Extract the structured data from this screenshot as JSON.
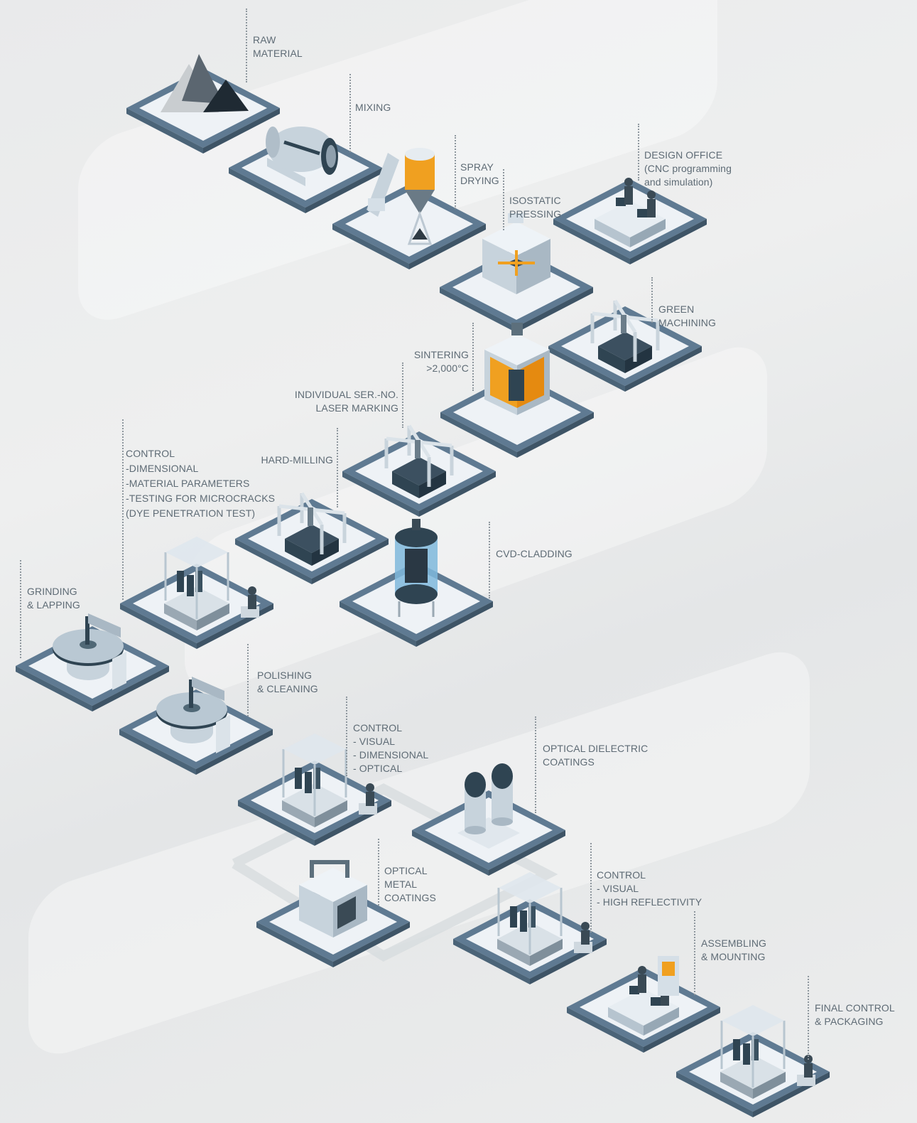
{
  "colors": {
    "tile_frame": "#5f7a92",
    "tile_face": "#eef2f6",
    "machine_light": "#d5dfe7",
    "machine_dark": "#2f4452",
    "heat": "#f0a020",
    "label": "#5e6b75"
  },
  "steps": {
    "raw_material": {
      "l1": "RAW",
      "l2": "MATERIAL"
    },
    "mixing": {
      "l1": "MIXING"
    },
    "spray_drying": {
      "l1": "SPRAY",
      "l2": "DRYING"
    },
    "isostatic_pressing": {
      "l1": "ISOSTATIC",
      "l2": "PRESSING"
    },
    "design_office": {
      "l1": "DESIGN OFFICE",
      "l2": "(CNC programming",
      "l3": "and simulation)"
    },
    "green_machining": {
      "l1": "GREEN",
      "l2": "MACHINING"
    },
    "sintering": {
      "l1": "SINTERING",
      "l2": ">2,000°C"
    },
    "laser_marking": {
      "l1": "INDIVIDUAL SER.-NO.",
      "l2": "LASER MARKING"
    },
    "hard_milling": {
      "l1": "HARD-MILLING"
    },
    "control_1": {
      "l1": "CONTROL",
      "l2": "-DIMENSIONAL",
      "l3": "-MATERIAL PARAMETERS",
      "l4": "-TESTING FOR MICROCRACKS",
      "l5": "(DYE PENETRATION TEST)"
    },
    "cvd_cladding": {
      "l1": "CVD-CLADDING"
    },
    "grinding": {
      "l1": "GRINDING",
      "l2": "& LAPPING"
    },
    "polishing": {
      "l1": "POLISHING",
      "l2": "& CLEANING"
    },
    "control_2": {
      "l1": "CONTROL",
      "l2": "- VISUAL",
      "l3": "- DIMENSIONAL",
      "l4": "- OPTICAL"
    },
    "optical_dielectric": {
      "l1": "OPTICAL DIELECTRIC",
      "l2": "COATINGS"
    },
    "optical_metal": {
      "l1": "OPTICAL",
      "l2": "METAL",
      "l3": "COATINGS"
    },
    "control_3": {
      "l1": "CONTROL",
      "l2": "- VISUAL",
      "l3": "- HIGH REFLECTIVITY"
    },
    "assembling": {
      "l1": "ASSEMBLING",
      "l2": "& MOUNTING"
    },
    "final_control": {
      "l1": "FINAL CONTROL",
      "l2": "& PACKAGING"
    }
  }
}
